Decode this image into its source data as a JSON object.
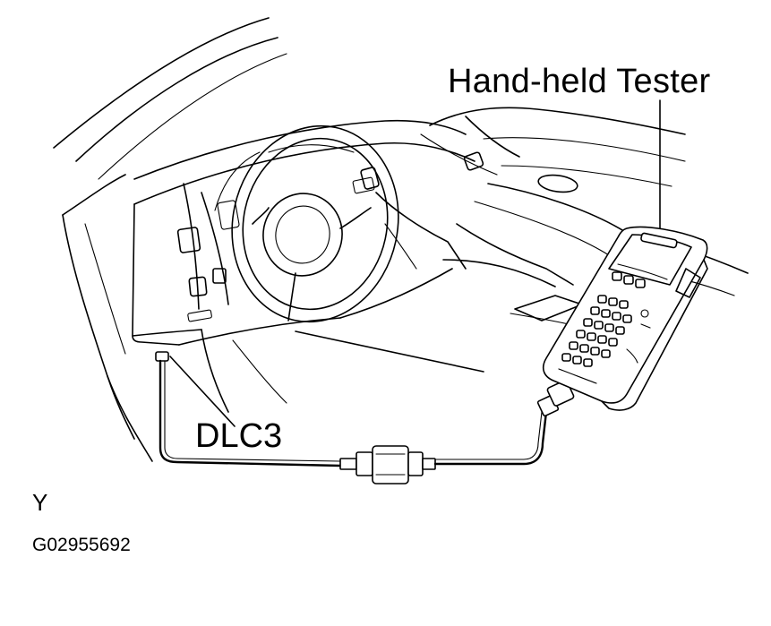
{
  "labels": {
    "tester": "Hand-held  Tester",
    "connector": "DLC3",
    "corner_letter": "Y",
    "figure_code": "G02955692"
  }
}
